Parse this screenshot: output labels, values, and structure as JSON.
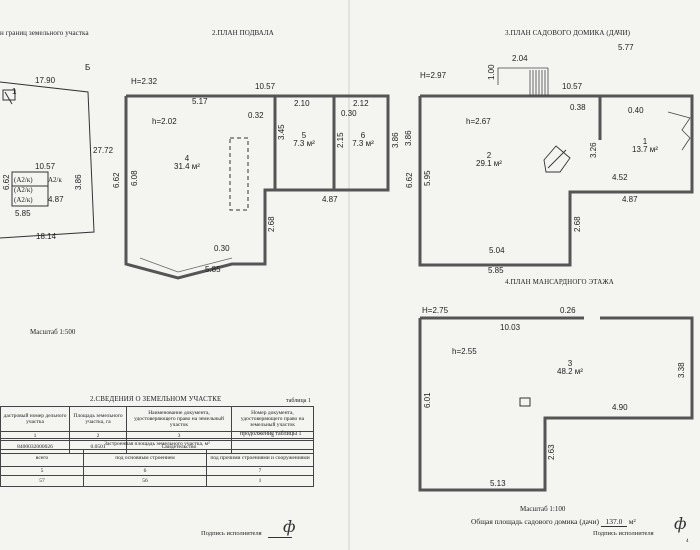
{
  "titles": {
    "boundary": "н границ земельного участка",
    "basement": "2.ПЛАН ПОДВАЛА",
    "house": "3.ПЛАН САДОВОГО ДОМИКА (ДАЧИ)",
    "attic": "4.ПЛАН МАНСАРДНОГО ЭТАЖА",
    "info": "2.СВЕДЕНИЯ О ЗЕМЕЛЬНОМ УЧАСТКЕ",
    "table_no": "таблица 1",
    "continuation": "продолжение таблицы 1"
  },
  "boundary": {
    "point1": "1",
    "pointB": "Б",
    "d_top": "17.90",
    "d_right": "27.72",
    "d_inner_top": "10.57",
    "d_inner_left": "6.62",
    "d_inner_right": "3.86",
    "d_inner_mid": "4.87",
    "d_inner_bottom": "5.85",
    "d_bottom": "18.14",
    "label1": "(А2/к)",
    "label2": "А2/к",
    "label3": "(А2/к)",
    "label4": "(А2/к)",
    "scale": "Масштаб 1:500"
  },
  "basement": {
    "height_label": "H=2.32",
    "inner_height": "h=2.02",
    "d_top": "10.57",
    "d_517": "5.17",
    "d_210": "2.10",
    "d_212": "2.12",
    "d_032a": "0.32",
    "d_030a": "0.30",
    "d_345": "3.45",
    "d_215": "2.15",
    "d_662": "6.62",
    "d_608": "6.08",
    "d_386": "3.86",
    "d_487": "4.87",
    "d_268": "2.68",
    "d_030b": "0.30",
    "d_585": "5.85",
    "room4": "4",
    "room4_area": "31.4 м²",
    "room5": "5",
    "room5_area": "7.3 м²",
    "room6": "6",
    "room6_area": "7.3 м²"
  },
  "house": {
    "height_label": "H=2.97",
    "inner_height": "h=2.67",
    "d_204": "2.04",
    "d_577": "5.77",
    "d_100": "1.00",
    "d_1057": "10.57",
    "d_038": "0.38",
    "d_040": "0.40",
    "d_386": "3.86",
    "d_326": "3.26",
    "d_662": "6.62",
    "d_595": "5.95",
    "d_452": "4.52",
    "d_487": "4.87",
    "d_268": "2.68",
    "d_504": "5.04",
    "d_585": "5.85",
    "room1": "1",
    "room1_area": "13.7 м²",
    "room2": "2",
    "room2_area": "29.1 м²"
  },
  "attic": {
    "height_label": "H=2.75",
    "inner_height": "h=2.55",
    "d_1003": "10.03",
    "d_026": "0.26",
    "d_338": "3.38",
    "d_601": "6.01",
    "d_490": "4.90",
    "d_263": "2.63",
    "d_513": "5.13",
    "room3": "3",
    "room3_area": "48.2 м²",
    "scale": "Масштаб 1:100",
    "total_label": "Общая площадь садового домика (дачи)",
    "total_value": "137.0",
    "total_unit": "м²"
  },
  "table1": {
    "headers": [
      "дастровый номер дельного участка",
      "Площадь земельного участка, га",
      "Наименование документа, удостоверяющего право на земельный участок",
      "Номер документа, удостоверяющего право на земельный участок"
    ],
    "nums": [
      "1",
      "2",
      "3",
      "4"
    ],
    "row": [
      "8400032000026",
      "0.0501",
      "Свидетельство",
      ""
    ]
  },
  "table2": {
    "header": "Застроенная площадь земельного участка, м²",
    "cols": [
      "всего",
      "под основным строением",
      "под прочими строениями и сооружениями"
    ],
    "nums": [
      "5",
      "6",
      "7"
    ],
    "row": [
      "57",
      "56",
      "1"
    ]
  },
  "signatures": {
    "left_label": "Подпись исполнителя",
    "right_label": "Подпись исполнителя",
    "mark": "ф",
    "page_num": "4"
  }
}
